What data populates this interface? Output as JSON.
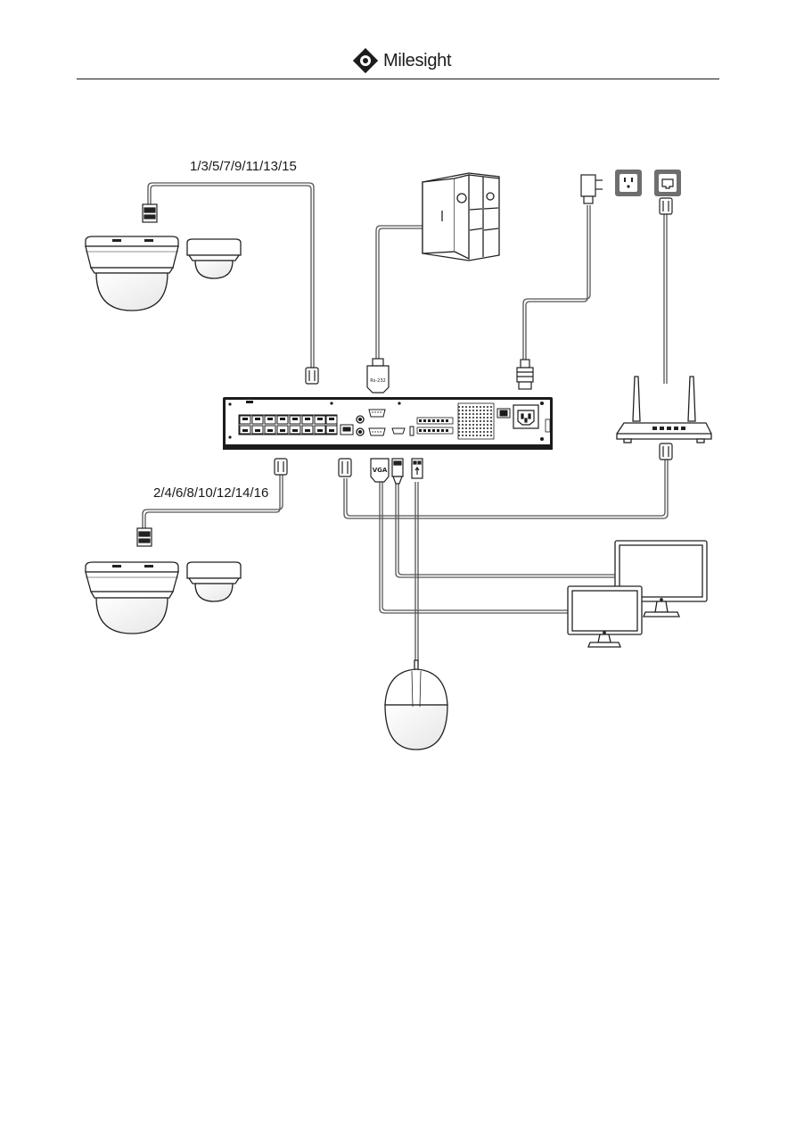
{
  "header": {
    "brand": "Milesight"
  },
  "diagram": {
    "camera_group_top": {
      "ports_label": "1/3/5/7/9/11/13/15"
    },
    "camera_group_bottom": {
      "ports_label": "2/4/6/8/10/12/14/16"
    },
    "connectors": {
      "vga_label": "VGA",
      "rs232_label": "Rs-232"
    }
  }
}
